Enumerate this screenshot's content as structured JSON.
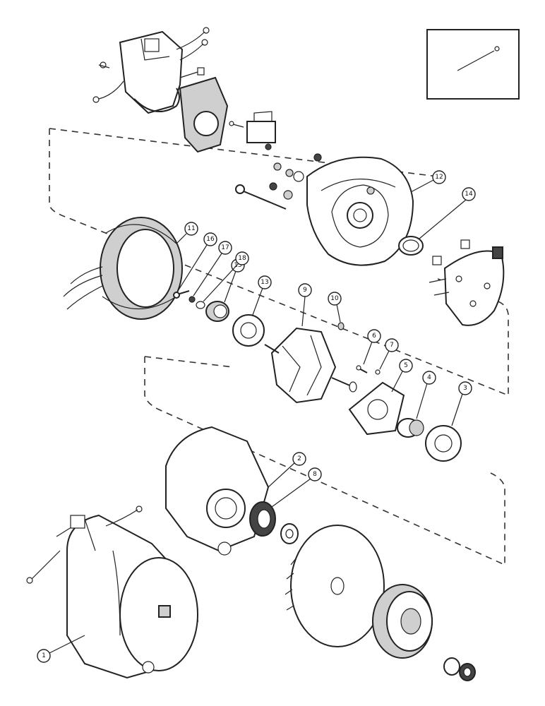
{
  "callouts": [
    {
      "id": "1",
      "label": "1"
    },
    {
      "id": "2",
      "label": "2"
    },
    {
      "id": "3",
      "label": "3"
    },
    {
      "id": "4",
      "label": "4"
    },
    {
      "id": "5",
      "label": "5"
    },
    {
      "id": "6",
      "label": "6"
    },
    {
      "id": "7",
      "label": "7"
    },
    {
      "id": "8",
      "label": "8"
    },
    {
      "id": "9",
      "label": "9"
    },
    {
      "id": "10",
      "label": "10"
    },
    {
      "id": "11",
      "label": "11"
    },
    {
      "id": "12",
      "label": "12"
    },
    {
      "id": "13",
      "label": "13"
    },
    {
      "id": "14",
      "label": "14"
    },
    {
      "id": "15",
      "label": "15"
    },
    {
      "id": "16",
      "label": "16"
    },
    {
      "id": "17",
      "label": "17"
    },
    {
      "id": "18",
      "label": "18"
    }
  ],
  "colors": {
    "ink": "#222222",
    "paper": "#ffffff"
  }
}
